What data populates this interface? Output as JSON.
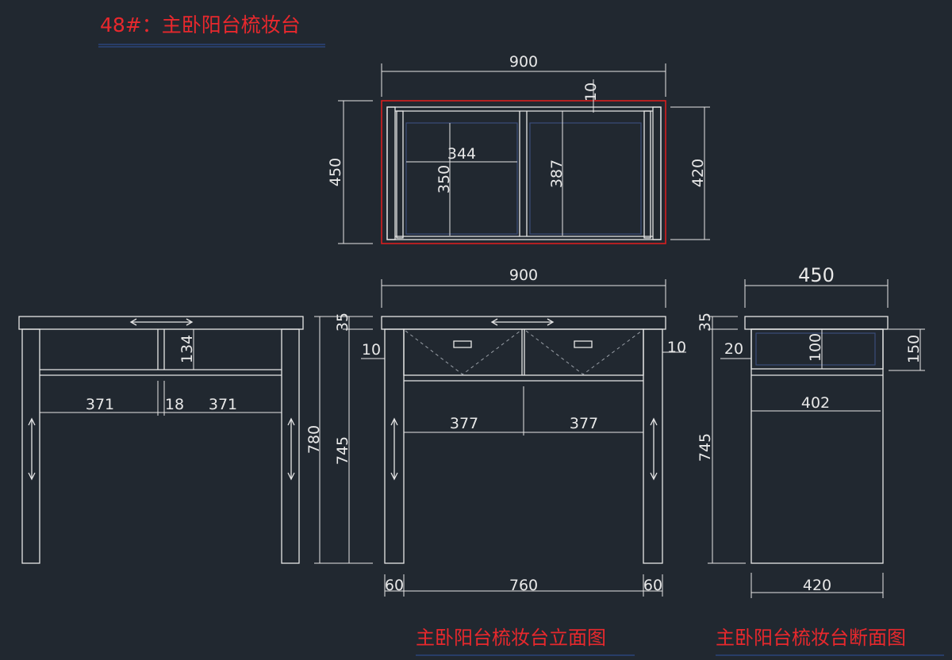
{
  "drawing": {
    "title": "48#：主卧阳台梳妆台",
    "caption_elevation": "主卧阳台梳妆台立面图",
    "caption_section": "主卧阳台梳妆台断面图"
  },
  "plan": {
    "width": "900",
    "depth": "450",
    "inner_depth": "420",
    "gap": "10",
    "drawer_width": "344",
    "drawer_depth": "350",
    "partition_depth": "387"
  },
  "side_view": {
    "rail_height": "134",
    "bay_left": "371",
    "center": "18",
    "bay_right": "371",
    "total_height": "780",
    "top_thickness": "35",
    "leg_height": "745"
  },
  "front_elevation": {
    "width": "900",
    "drawer_left": "377",
    "drawer_right": "377",
    "leg_left": "60",
    "span": "760",
    "leg_right": "60",
    "inset_left": "10",
    "inset_right": "10"
  },
  "section": {
    "width": "450",
    "top_thickness": "35",
    "drawer_offset": "20",
    "drawer_height": "100",
    "apron_height": "150",
    "inner_width": "402",
    "leg_height": "745",
    "base_width": "420"
  }
}
